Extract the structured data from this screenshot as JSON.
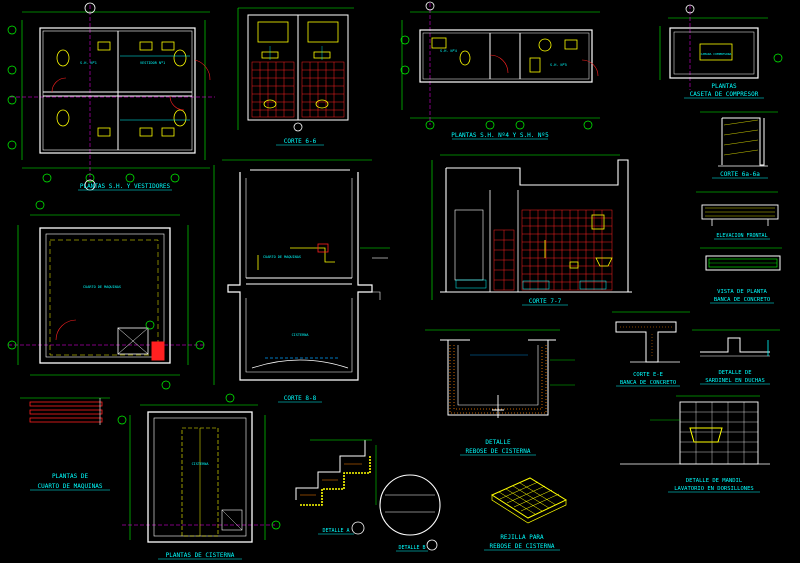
{
  "colors": {
    "background": "#000000",
    "wall": "#ffffff",
    "dimension": "#00ff00",
    "title": "#00ffff",
    "fixture": "#ffff00",
    "hatch": "#ff2020",
    "axis": "#ff00ff",
    "leader": "#00a0ff",
    "accent": "#ff8000"
  },
  "titles": {
    "plantas_sh_vestidores": "PLANTAS S.H. Y VESTIDORES",
    "corte_66": "CORTE 6-6",
    "plantas_sh4_sh5": "PLANTAS S.H. Nº4 Y S.H. Nº5",
    "plantas_caseta": "PLANTAS",
    "caseta_compresor": "CASETA DE COMPRESOR",
    "corte_6a6a": "CORTE 6a-6a",
    "elevacion_frontal": "ELEVACION FRONTAL",
    "vista_planta": "VISTA DE PLANTA",
    "banca_concreto": "BANCA DE CONCRETO",
    "corte_77": "CORTE 7-7",
    "corte_88": "CORTE 8-8",
    "plantas_de": "PLANTAS DE",
    "cuarto_maquinas": "CUARTO DE MAQUINAS",
    "detalle": "DETALLE",
    "rebose_cisterna": "REBOSE DE CISTERNA",
    "corte_ee": "CORTE E-E",
    "banca_concreto_2": "BANCA DE CONCRETO",
    "detalle_de": "DETALLE DE",
    "sardinel_duchas": "SARDINEL EN DUCHAS",
    "plantas_cisterna": "PLANTAS DE CISTERNA",
    "detalle_a": "DETALLE A",
    "detalle_b": "DETALLE B",
    "rejilla_para": "REJILLA PARA",
    "rebose_cisterna_2": "REBOSE DE CISTERNA",
    "detalle_mandil": "DETALLE DE MANDIL",
    "lavatorio": "LAVATORIO EN DORSILLONES"
  },
  "labels": {
    "cuarto_maquinas_room": "CUARTO DE MAQUINAS",
    "cisterna": "CISTERNA",
    "camara_compresor": "CAMARA COMPRESORA",
    "sh_n4": "S.H. Nº4",
    "sh_n5": "S.H. Nº5",
    "sh_n1": "S.H. Nº1",
    "vestidor_n1": "VESTIDOR Nº1"
  }
}
